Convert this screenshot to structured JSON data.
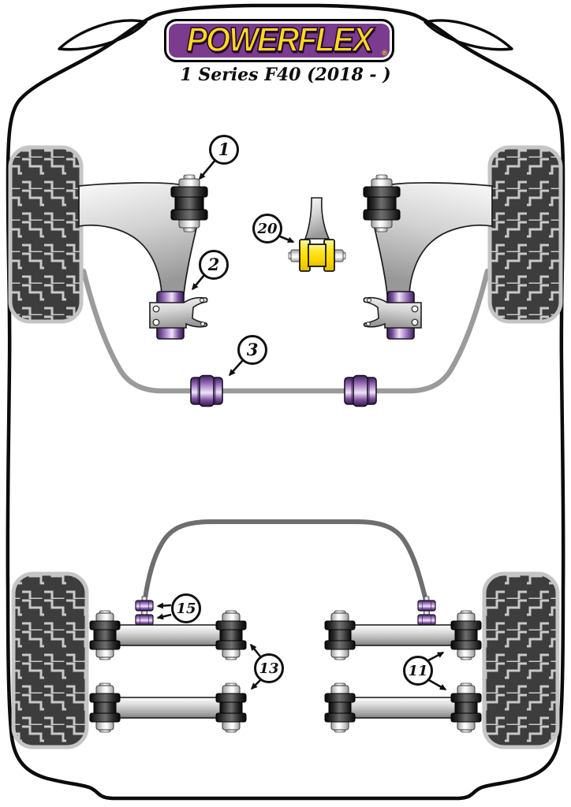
{
  "header": {
    "brand": "POWERFLEX",
    "registered_mark": "®",
    "subtitle": "1 Series F40 (2018 - )"
  },
  "callouts": [
    {
      "label": "1",
      "target_part": "front-arm-rear-bushing"
    },
    {
      "label": "2",
      "target_part": "front-arm-front-bushing"
    },
    {
      "label": "3",
      "target_part": "front-anti-roll-bar-bushing"
    },
    {
      "label": "20",
      "target_part": "lower-engine-mount-bushing"
    },
    {
      "label": "15",
      "target_part": "rear-anti-roll-bar-link-bushings"
    },
    {
      "label": "13",
      "target_part": "rear-arm-bushings-left"
    },
    {
      "label": "11",
      "target_part": "rear-arm-bushings-right"
    }
  ],
  "colors": {
    "brand_purple": "#7B3B8F",
    "brand_yellow": "#FFD91F",
    "polyurethane_purple": "#9A6FC0",
    "polyurethane_yellow": "#FFE11A",
    "rubber_black": "#2E2E2E",
    "metal_grey": "#BFBFBF",
    "outline_black": "#0B0B0B"
  }
}
